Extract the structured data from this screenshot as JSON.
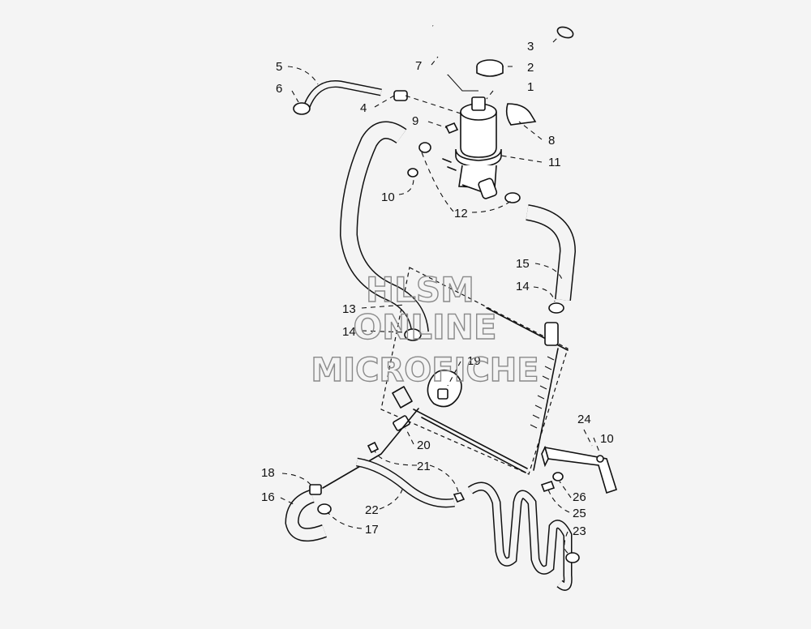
{
  "watermark": {
    "line1": "HLSM",
    "line2": "ONLINE",
    "line3": "MICROFICHE",
    "color": "#8a8a8a"
  },
  "callouts": {
    "c1": "1",
    "c2": "2",
    "c3": "3",
    "c4": "4",
    "c5": "5",
    "c6": "6",
    "c7": "7",
    "c8": "8",
    "c9": "9",
    "c10a": "10",
    "c10b": "10",
    "c11": "11",
    "c12": "12",
    "c13": "13",
    "c14a": "14",
    "c14b": "14",
    "c15": "15",
    "c16": "16",
    "c17": "17",
    "c18": "18",
    "c19": "19",
    "c20": "20",
    "c21": "21",
    "c22": "22",
    "c23": "23",
    "c24": "24",
    "c25": "25",
    "c26": "26"
  }
}
